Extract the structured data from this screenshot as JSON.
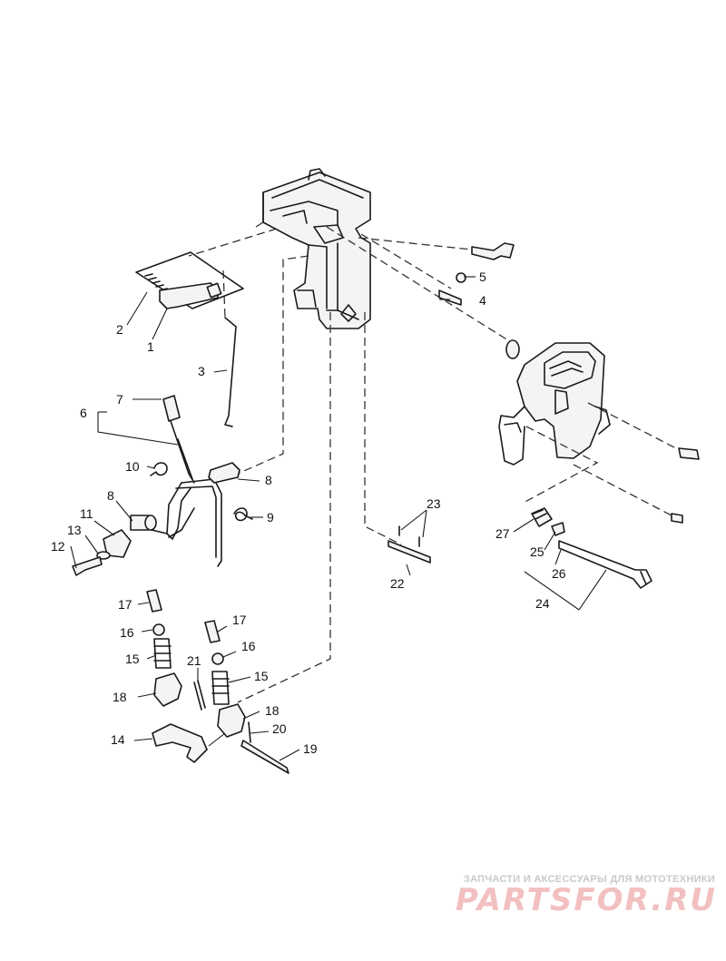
{
  "callouts": [
    "1",
    "2",
    "3",
    "4",
    "5",
    "6",
    "7",
    "8",
    "9",
    "10",
    "11",
    "12",
    "13",
    "14",
    "15",
    "16",
    "17",
    "18",
    "19",
    "20",
    "21",
    "22",
    "23",
    "24",
    "25",
    "26",
    "27"
  ],
  "watermark": {
    "tagline": "ЗАПЧАСТИ И АКСЕССУАРЫ ДЛЯ МОТОТЕХНИКИ",
    "logo": "PARTSFOR.RU"
  },
  "colors": {
    "line": "#1a1a1a",
    "watermark_logo": "#f2c0c0",
    "watermark_text": "#c9c9c9"
  }
}
